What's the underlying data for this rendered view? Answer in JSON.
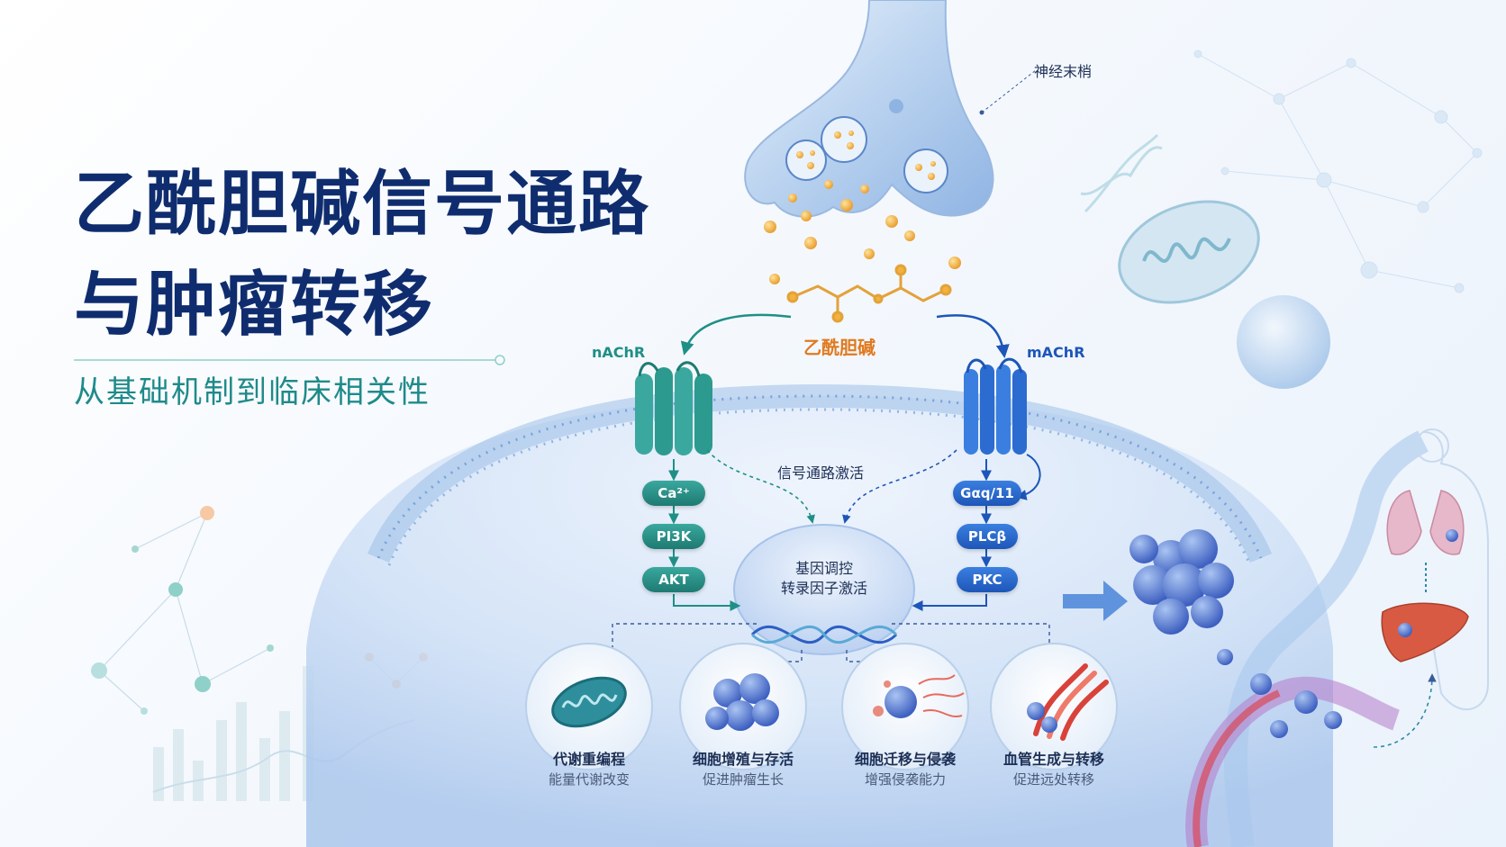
{
  "title": {
    "line1": "乙酰胆碱信号通路",
    "line2": "与肿瘤转移"
  },
  "subtitle": "从基础机制到临床相关性",
  "labels": {
    "nerve_terminal": "神经末梢",
    "acetylcholine": "乙酰胆碱",
    "nachr": "nAChR",
    "machr": "mAChR",
    "pathway_activation": "信号通路激活",
    "nucleus_line1": "基因调控",
    "nucleus_line2": "转录因子激活"
  },
  "left_cascade": [
    "Ca²⁺",
    "PI3K",
    "AKT"
  ],
  "right_cascade": [
    "Gαq/11",
    "PLCβ",
    "PKC"
  ],
  "outcomes": [
    {
      "title": "代谢重编程",
      "subtitle": "能量代谢改变",
      "icon": "mitochondria-icon"
    },
    {
      "title": "细胞增殖与存活",
      "subtitle": "促进肿瘤生长",
      "icon": "cell-cluster-icon"
    },
    {
      "title": "细胞迁移与侵袭",
      "subtitle": "增强侵袭能力",
      "icon": "migrating-cell-icon"
    },
    {
      "title": "血管生成与转移",
      "subtitle": "促进远处转移",
      "icon": "blood-vessel-icon"
    }
  ],
  "colors": {
    "title": "#0f2d6e",
    "subtitle": "#1f8a8a",
    "nachr": "#1f8f86",
    "machr": "#1d56b8",
    "acetylcholine": "#e07a1f",
    "membrane": "#7ea9e0"
  }
}
